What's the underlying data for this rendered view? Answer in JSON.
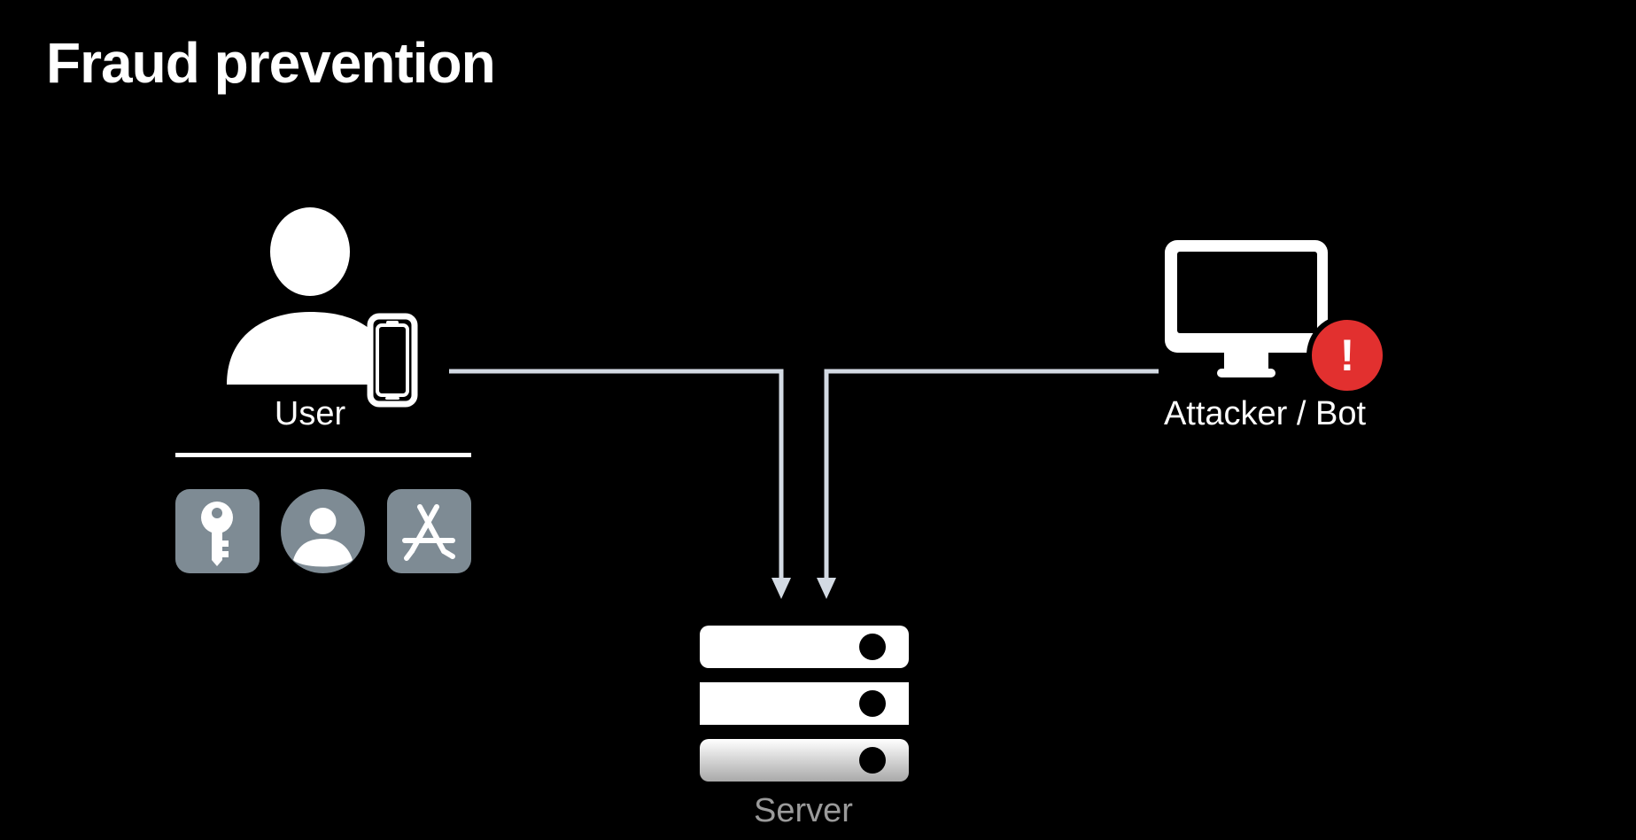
{
  "slide": {
    "title": "Fraud prevention"
  },
  "nodes": {
    "user": {
      "label": "User"
    },
    "attacker": {
      "label": "Attacker / Bot",
      "alert_symbol": "!"
    },
    "server": {
      "label": "Server"
    }
  },
  "auth_icons": [
    {
      "icon": "key-icon"
    },
    {
      "icon": "account-avatar-icon"
    },
    {
      "icon": "app-store-icon"
    }
  ],
  "colors": {
    "background": "#000000",
    "foreground": "#ffffff",
    "connector": "#d3dae3",
    "icon_tile": "#7e8b94",
    "alert": "#e2302f",
    "server_label": "#9a9a9a"
  }
}
